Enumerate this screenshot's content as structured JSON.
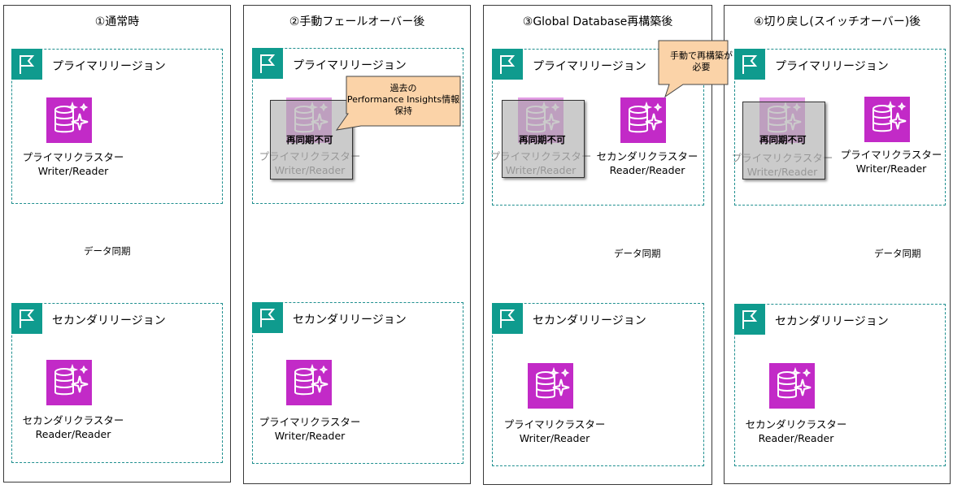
{
  "panels": [
    {
      "title": "①通常時",
      "regions": [
        {
          "label": "プライマリリージョン",
          "clusters": [
            {
              "line1": "プライマリクラスター",
              "line2": "Writer/Reader"
            }
          ]
        },
        {
          "label": "セカンダリリージョン",
          "clusters": [
            {
              "line1": "セカンダリクラスター",
              "line2": "Reader/Reader"
            }
          ]
        }
      ],
      "sync_label": "データ同期"
    },
    {
      "title": "②手動フェールオーバー後",
      "regions": [
        {
          "label": "プライマリリージョン",
          "clusters": [
            {
              "line1": "プライマリクラスター",
              "line2": "Writer/Reader",
              "resync": "再同期不可"
            }
          ]
        },
        {
          "label": "セカンダリリージョン",
          "clusters": [
            {
              "line1": "プライマリクラスター",
              "line2": "Writer/Reader"
            }
          ]
        }
      ],
      "callout": {
        "line1": "過去の",
        "line2": "Performance Insights情報",
        "line3": "保持"
      }
    },
    {
      "title": "③Global Database再構築後",
      "regions": [
        {
          "label": "プライマリリージョン",
          "clusters": [
            {
              "line1": "プライマリクラスター",
              "line2": "Writer/Reader",
              "resync": "再同期不可"
            },
            {
              "line1": "セカンダリクラスター",
              "line2": "Reader/Reader"
            }
          ]
        },
        {
          "label": "セカンダリリージョン",
          "clusters": [
            {
              "line1": "プライマリクラスター",
              "line2": "Writer/Reader"
            }
          ]
        }
      ],
      "sync_label": "データ同期",
      "callout": {
        "line1": "手動で再構築が",
        "line2": "必要"
      }
    },
    {
      "title": "④切り戻し(スイッチオーバー)後",
      "regions": [
        {
          "label": "プライマリリージョン",
          "clusters": [
            {
              "line1": "プライマリクラスター",
              "line2": "Writer/Reader",
              "resync": "再同期不可"
            },
            {
              "line1": "プライマリクラスター",
              "line2": "Writer/Reader"
            }
          ]
        },
        {
          "label": "セカンダリリージョン",
          "clusters": [
            {
              "line1": "セカンダリクラスター",
              "line2": "Reader/Reader"
            }
          ]
        }
      ],
      "sync_label": "データ同期"
    }
  ],
  "colors": {
    "region_border": "#1f8f8f",
    "flag": "#0f9b8e",
    "db_icon": "#c22ac7",
    "arrow_fill": "#c9daf5",
    "callout_fill": "#fbd3a8"
  }
}
